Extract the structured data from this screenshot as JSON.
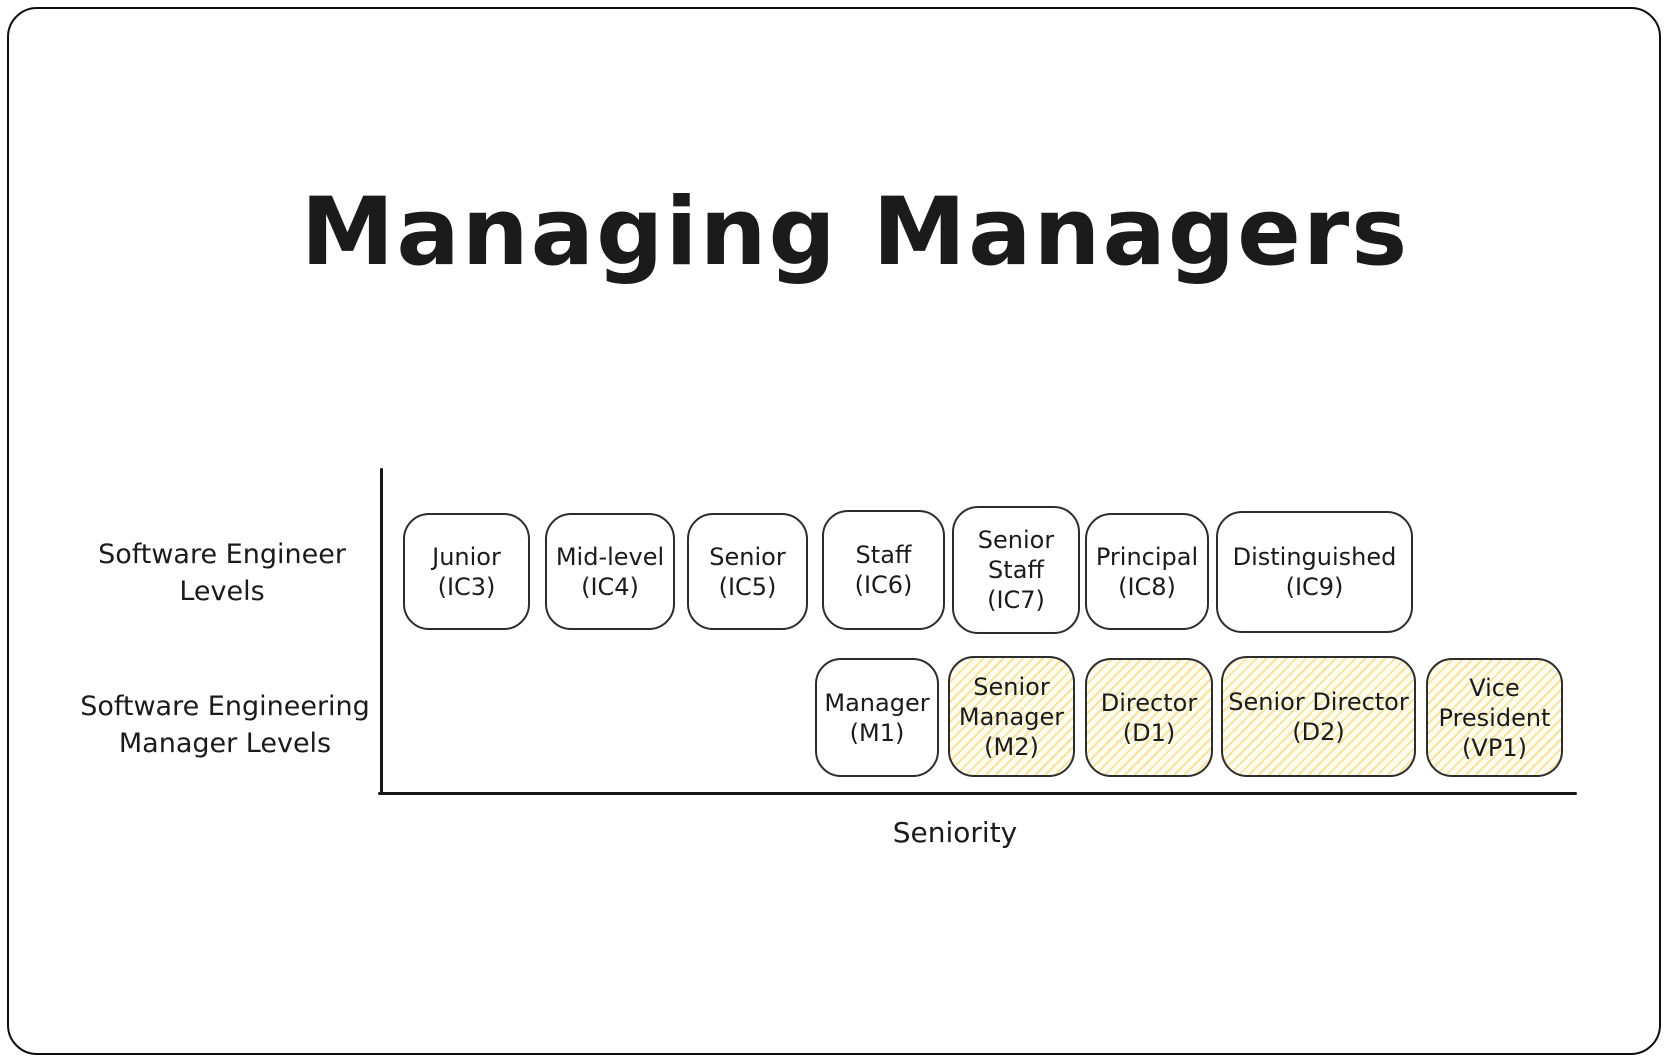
{
  "title": "Managing Managers",
  "colors": {
    "ink": "#1b1b1b",
    "box_border": "#2d2d2d",
    "highlight_stripe": "#f3cd5c",
    "highlight_base": "#fffcf0",
    "background": "#ffffff"
  },
  "row_labels": {
    "engineers_line1": "Software Engineer",
    "engineers_line2": "Levels",
    "managers_line1": "Software Engineering",
    "managers_line2": "Manager Levels"
  },
  "axis": {
    "x_label": "Seniority"
  },
  "ic_levels": [
    {
      "name": "Junior",
      "code": "(IC3)"
    },
    {
      "name": "Mid-level",
      "code": "(IC4)"
    },
    {
      "name": "Senior",
      "code": "(IC5)"
    },
    {
      "name": "Staff",
      "code": "(IC6)"
    },
    {
      "name": "Senior Staff",
      "code": "(IC7)"
    },
    {
      "name": "Principal",
      "code": "(IC8)"
    },
    {
      "name": "Distinguished",
      "code": "(IC9)"
    }
  ],
  "manager_levels": [
    {
      "name": "Manager",
      "code": "(M1)",
      "highlighted": false
    },
    {
      "name": "Senior Manager",
      "code": "(M2)",
      "highlighted": true
    },
    {
      "name": "Director",
      "code": "(D1)",
      "highlighted": true
    },
    {
      "name": "Senior Director",
      "code": "(D2)",
      "highlighted": true
    },
    {
      "name": "Vice President",
      "code": "(VP1)",
      "highlighted": true
    }
  ]
}
